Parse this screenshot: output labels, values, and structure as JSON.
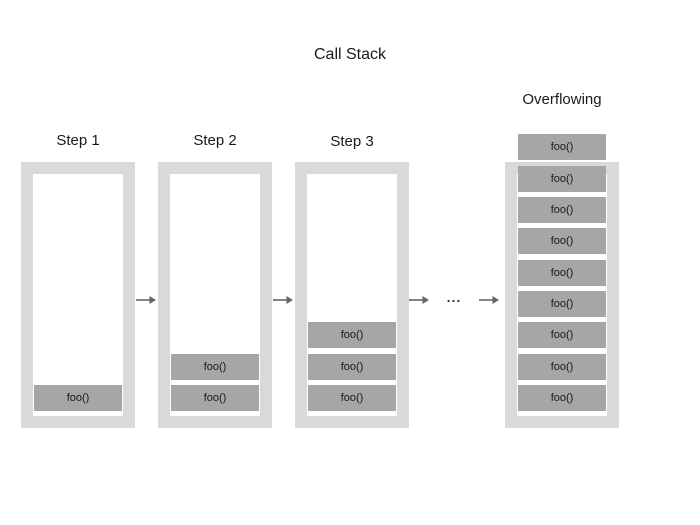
{
  "title": "Call Stack",
  "columns": [
    {
      "label": "Step 1",
      "frames": [
        "foo()"
      ]
    },
    {
      "label": "Step 2",
      "frames": [
        "foo()",
        "foo()"
      ]
    },
    {
      "label": "Step 3",
      "frames": [
        "foo()",
        "foo()",
        "foo()"
      ]
    },
    {
      "label": "Overflowing",
      "frames": [
        "foo()",
        "foo()",
        "foo()",
        "foo()",
        "foo()",
        "foo()",
        "foo()",
        "foo()",
        "foo()"
      ]
    }
  ],
  "ellipsis": "...",
  "colors": {
    "background": "#ffffff",
    "frame": "#d9d9d9",
    "interior": "#ffffff",
    "box": "#a6a6a6",
    "text": "#1a1a1a",
    "arrow": "#666666",
    "arrowtext": "#333333"
  }
}
